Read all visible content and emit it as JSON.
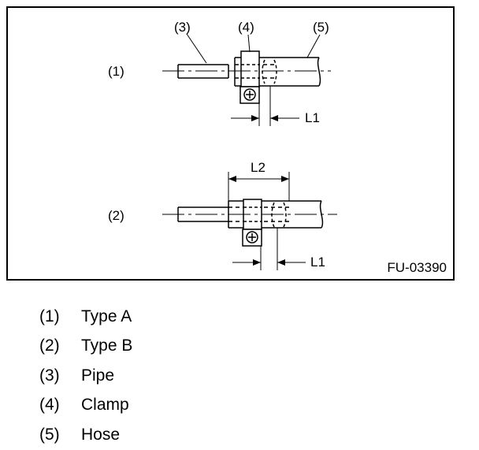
{
  "diagram": {
    "figure_code": "FU-03390",
    "callouts": {
      "pipe": "(3)",
      "clamp": "(4)",
      "hose": "(5)"
    },
    "type_a": {
      "tag": "(1)",
      "dimension": "L1"
    },
    "type_b": {
      "tag": "(2)",
      "dimension_long": "L2",
      "dimension": "L1"
    }
  },
  "legend": [
    {
      "num": "(1)",
      "label": "Type A"
    },
    {
      "num": "(2)",
      "label": "Type B"
    },
    {
      "num": "(3)",
      "label": "Pipe"
    },
    {
      "num": "(4)",
      "label": "Clamp"
    },
    {
      "num": "(5)",
      "label": "Hose"
    }
  ]
}
